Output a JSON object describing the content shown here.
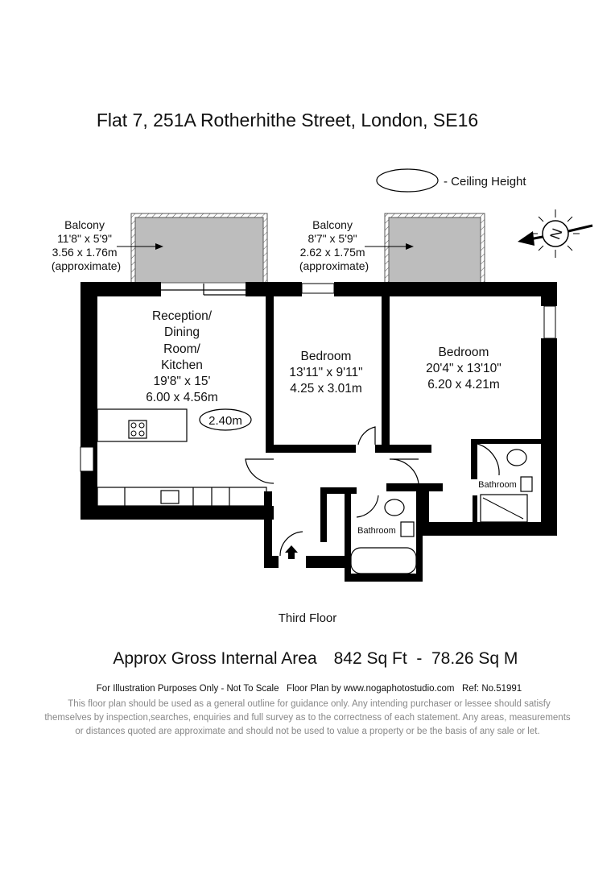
{
  "title": "Flat 7, 251A Rotherhithe Street, London, SE16",
  "legend": {
    "ceiling_label": "- Ceiling Height"
  },
  "compass": {
    "label": "N"
  },
  "balconies": [
    {
      "name": "Balcony",
      "imperial": "11'8\" x 5'9\"",
      "metric": "3.56 x 1.76m",
      "note": "(approximate)"
    },
    {
      "name": "Balcony",
      "imperial": "8'7\" x 5'9\"",
      "metric": "2.62 x 1.75m",
      "note": "(approximate)"
    }
  ],
  "rooms": {
    "reception": {
      "line1": "Reception/",
      "line2": "Dining",
      "line3": "Room/",
      "line4": "Kitchen",
      "imperial": "19'8\" x 15'",
      "metric": "6.00 x 4.56m",
      "ceiling": "2.40m"
    },
    "bedroom1": {
      "name": "Bedroom",
      "imperial": "13'11\" x 9'11\"",
      "metric": "4.25 x 3.01m"
    },
    "bedroom2": {
      "name": "Bedroom",
      "imperial": "20'4\" x 13'10\"",
      "metric": "6.20 x 4.21m"
    },
    "bathroom1": {
      "name": "Bathroom"
    },
    "bathroom2": {
      "name": "Bathroom"
    }
  },
  "floor_label": "Third Floor",
  "area": {
    "label": "Approx Gross Internal Area",
    "value": "842 Sq Ft  -  78.26 Sq M"
  },
  "credits": "For Illustration Purposes Only - Not To Scale   Floor Plan by www.nogaphotostudio.com   Ref: No.51991",
  "disclaimer": [
    "This floor plan should be used as a general outline for guidance only. Any intending purchaser or lessee should satisfy",
    "themselves by inspection,searches, enquiries and full survey as to the correctness of each statement. Any areas, measurements",
    "or distances quoted are approximate and should not be used to value a property or be the basis of any sale or let."
  ]
}
